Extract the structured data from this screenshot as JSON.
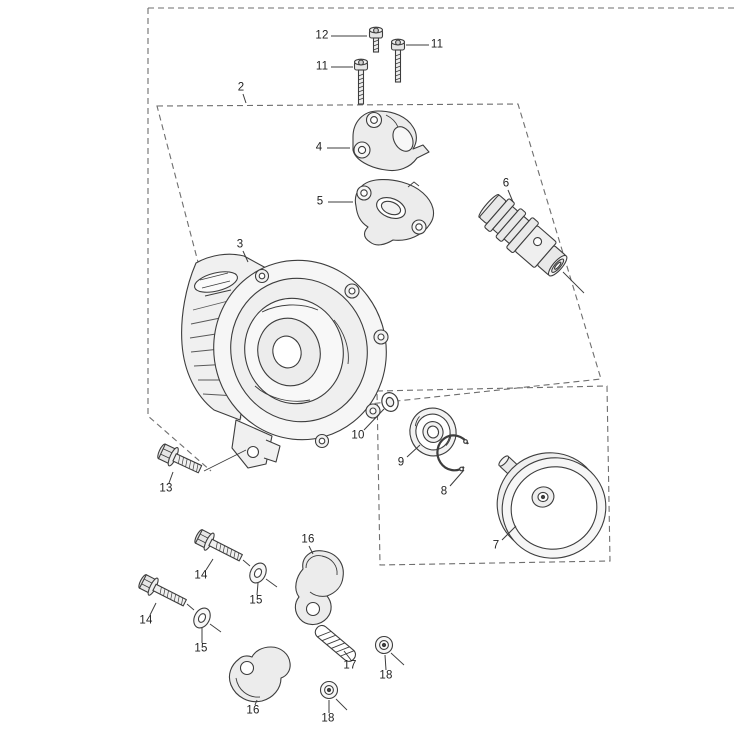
{
  "diagram": {
    "background_color": "#ffffff",
    "line_color": "#3d3d3d",
    "dashed_line_color": "#6e6e6e",
    "callouts": [
      "12",
      "11",
      "11",
      "2",
      "4",
      "5",
      "6",
      "3",
      "10",
      "9",
      "8",
      "7",
      "13",
      "16",
      "14",
      "15",
      "14",
      "15",
      "16",
      "17",
      "18",
      "18"
    ]
  }
}
